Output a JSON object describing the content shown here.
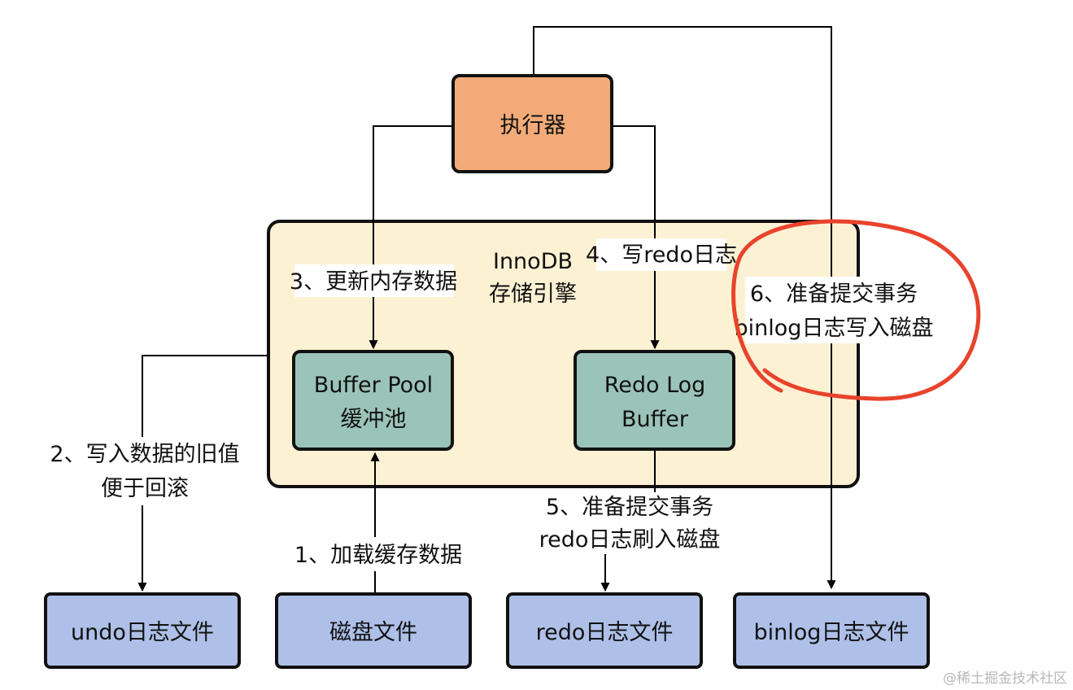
{
  "colors": {
    "executor": "#f2ab78",
    "innodb": "#fdf1d3",
    "buffer": "#9bc4b8",
    "file": "#aec0e8",
    "highlight": "#e8432c"
  },
  "executor": {
    "label": "执行器"
  },
  "innodb": {
    "label_line1": "InnoDB",
    "label_line2": "存储引擎"
  },
  "buffer_pool": {
    "line1": "Buffer Pool",
    "line2": "缓冲池"
  },
  "redo_log_buffer": {
    "line1": "Redo Log",
    "line2": "Buffer"
  },
  "files": {
    "undo": "undo日志文件",
    "disk": "磁盘文件",
    "redo": "redo日志文件",
    "binlog": "binlog日志文件"
  },
  "steps": {
    "step1": "1、加载缓存数据",
    "step2_line1": "2、写入数据的旧值",
    "step2_line2": "便于回滚",
    "step3": "3、更新内存数据",
    "step4": "4、写redo日志",
    "step5_line1": "5、准备提交事务",
    "step5_line2": "redo日志刷入磁盘",
    "step6_line1": "6、准备提交事务",
    "step6_line2": "binlog日志写入磁盘"
  },
  "watermark": "@稀土掘金技术社区"
}
